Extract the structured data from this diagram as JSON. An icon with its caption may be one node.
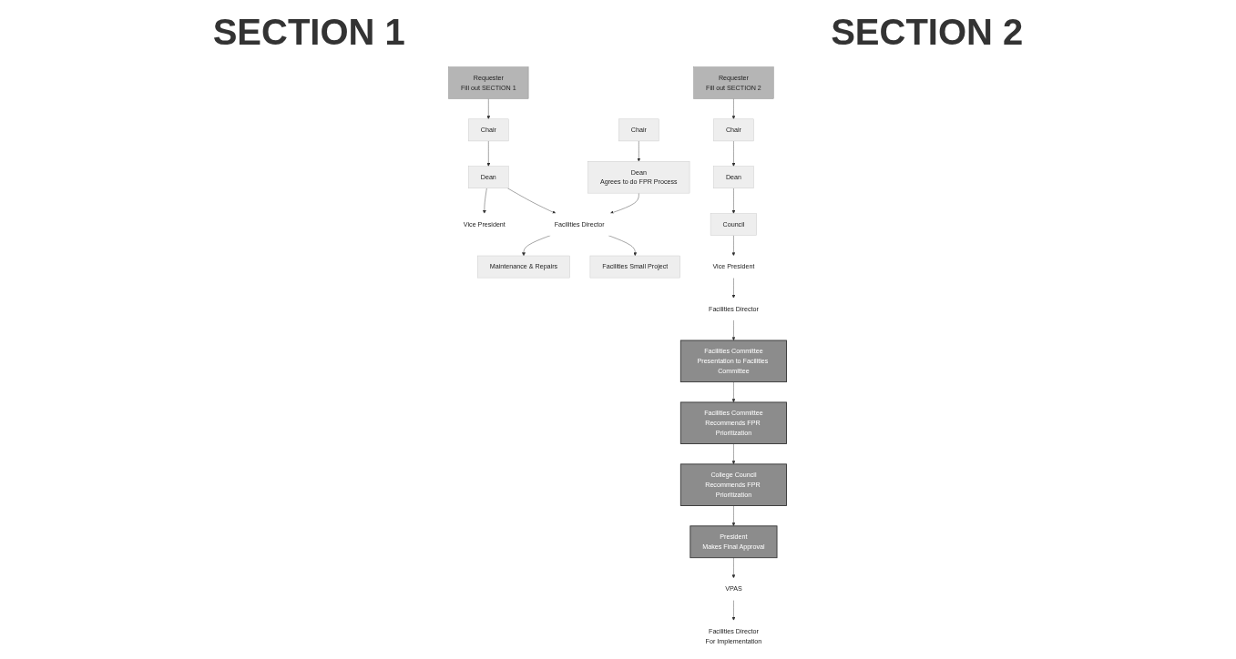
{
  "diagram": {
    "nodes": [
      {
        "text": [
          "Requester",
          "Fill out SECTION 1"
        ]
      },
      {
        "text": [
          "Chair"
        ]
      },
      {
        "text": [
          "Chair"
        ]
      },
      {
        "text": [
          "Vice President"
        ]
      },
      {
        "text": [
          "Dean"
        ]
      },
      {
        "text": [
          "Dean",
          "Agrees to do FPR Process"
        ]
      },
      {
        "text": [
          "Facilities Director"
        ]
      },
      {
        "text": [
          "Maintenance & Repairs"
        ]
      },
      {
        "text": [
          "Facilities Small Project"
        ]
      },
      {
        "text": [
          "Requester",
          "Fill out SECTION 2"
        ]
      },
      {
        "text": [
          "President",
          "Makes Final Approval"
        ]
      },
      {
        "text": [
          "VPAS"
        ]
      },
      {
        "text": [
          "Chair"
        ]
      },
      {
        "text": [
          "College Council",
          "Recommends FPR Prioritization"
        ]
      },
      {
        "text": [
          "Facilities Director",
          "For Implementation"
        ]
      },
      {
        "text": [
          "Dean"
        ]
      },
      {
        "text": [
          "Facilities Committee",
          "Recommends FPR Prioritization"
        ]
      },
      {
        "text": [
          "Council"
        ]
      },
      {
        "text": [
          "Facilities Committee",
          "Presentation to Facilities Committee"
        ]
      },
      {
        "text": [
          "Vice President"
        ]
      },
      {
        "text": [
          "Facilities Director"
        ]
      }
    ],
    "edges": [
      {
        "from": 0,
        "to": 1,
        "arrow": "to"
      },
      {
        "from": 1,
        "to": 4,
        "arrow": "to"
      },
      {
        "from": 4,
        "to": 3,
        "arrow": "to"
      },
      {
        "from": 4,
        "to": 6,
        "arrow": "to"
      },
      {
        "from": 2,
        "to": 5,
        "arrow": "to"
      },
      {
        "from": 5,
        "to": 6,
        "arrow": "to"
      },
      {
        "from": 6,
        "to": 7,
        "arrow": "to"
      },
      {
        "from": 6,
        "to": 8,
        "arrow": "to"
      },
      {
        "from": 9,
        "to": 12,
        "arrow": "to"
      },
      {
        "from": 12,
        "to": 15,
        "arrow": "to"
      },
      {
        "from": 15,
        "to": 17,
        "arrow": "to"
      },
      {
        "from": 17,
        "to": 19,
        "arrow": "to"
      },
      {
        "from": 19,
        "to": 20,
        "arrow": "to"
      },
      {
        "from": 20,
        "to": 18,
        "arrow": "to"
      },
      {
        "from": 18,
        "to": 16,
        "arrow": "to"
      },
      {
        "from": 16,
        "to": 13,
        "arrow": "to"
      },
      {
        "from": 13,
        "to": 10,
        "arrow": "to"
      },
      {
        "from": 10,
        "to": 11,
        "arrow": "to"
      },
      {
        "from": 11,
        "to": 14,
        "arrow": "to"
      }
    ],
    "labels": [
      "SECTION 1",
      "SECTION 2"
    ]
  }
}
